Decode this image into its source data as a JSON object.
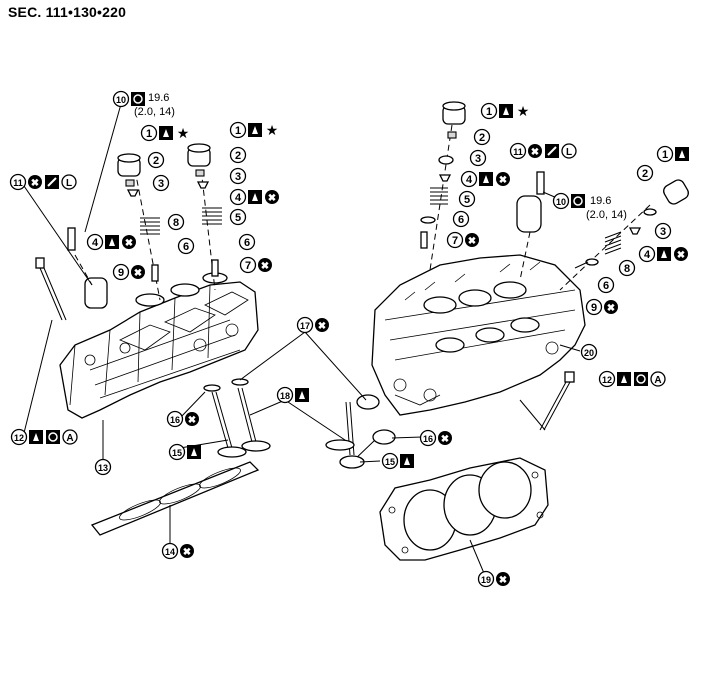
{
  "title": "SEC. 111•130•220",
  "torque": {
    "left": {
      "value": "19.6",
      "alt": "(2.0, 14)"
    },
    "right": {
      "value": "19.6",
      "alt": "(2.0, 14)"
    }
  },
  "symbols": {
    "star": "★",
    "reuse_not": "✖",
    "oil": "oil-icon",
    "torque_wrench": "wrench-icon",
    "letter_L": "L",
    "letter_A": "A"
  },
  "callouts": [
    {
      "id": "c1a",
      "n": "1",
      "tags": [
        "oil",
        "star"
      ]
    },
    {
      "id": "c1b",
      "n": "1",
      "tags": [
        "oil",
        "star"
      ]
    },
    {
      "id": "c1c",
      "n": "1",
      "tags": [
        "oil",
        "star"
      ]
    },
    {
      "id": "c1d",
      "n": "1",
      "tags": [
        "oil"
      ]
    },
    {
      "id": "c2a",
      "n": "2",
      "tags": []
    },
    {
      "id": "c2b",
      "n": "2",
      "tags": []
    },
    {
      "id": "c2c",
      "n": "2",
      "tags": []
    },
    {
      "id": "c2d",
      "n": "2",
      "tags": []
    },
    {
      "id": "c3a",
      "n": "3",
      "tags": []
    },
    {
      "id": "c3b",
      "n": "3",
      "tags": []
    },
    {
      "id": "c3c",
      "n": "3",
      "tags": []
    },
    {
      "id": "c3d",
      "n": "3",
      "tags": []
    },
    {
      "id": "c4a",
      "n": "4",
      "tags": [
        "oil",
        "x"
      ]
    },
    {
      "id": "c4b",
      "n": "4",
      "tags": [
        "oil",
        "x"
      ]
    },
    {
      "id": "c4c",
      "n": "4",
      "tags": [
        "oil",
        "x"
      ]
    },
    {
      "id": "c4d",
      "n": "4",
      "tags": [
        "oil",
        "x"
      ]
    },
    {
      "id": "c5a",
      "n": "5",
      "tags": []
    },
    {
      "id": "c5b",
      "n": "5",
      "tags": []
    },
    {
      "id": "c6a",
      "n": "6",
      "tags": []
    },
    {
      "id": "c6b",
      "n": "6",
      "tags": []
    },
    {
      "id": "c6c",
      "n": "6",
      "tags": []
    },
    {
      "id": "c6d",
      "n": "6",
      "tags": []
    },
    {
      "id": "c7a",
      "n": "7",
      "tags": [
        "x"
      ]
    },
    {
      "id": "c7b",
      "n": "7",
      "tags": [
        "x"
      ]
    },
    {
      "id": "c8a",
      "n": "8",
      "tags": []
    },
    {
      "id": "c8b",
      "n": "8",
      "tags": []
    },
    {
      "id": "c9a",
      "n": "9",
      "tags": [
        "x"
      ]
    },
    {
      "id": "c9b",
      "n": "9",
      "tags": [
        "x"
      ]
    },
    {
      "id": "c10a",
      "n": "10",
      "tags": [
        "wrench"
      ]
    },
    {
      "id": "c10b",
      "n": "10",
      "tags": [
        "wrench"
      ]
    },
    {
      "id": "c11a",
      "n": "11",
      "tags": [
        "x",
        "pencil",
        "L"
      ]
    },
    {
      "id": "c11b",
      "n": "11",
      "tags": [
        "x",
        "pencil",
        "L"
      ]
    },
    {
      "id": "c12a",
      "n": "12",
      "tags": [
        "oil",
        "wrench",
        "A"
      ]
    },
    {
      "id": "c12b",
      "n": "12",
      "tags": [
        "oil",
        "wrench",
        "A"
      ]
    },
    {
      "id": "c13",
      "n": "13",
      "tags": []
    },
    {
      "id": "c14",
      "n": "14",
      "tags": [
        "x"
      ]
    },
    {
      "id": "c15a",
      "n": "15",
      "tags": [
        "oil"
      ]
    },
    {
      "id": "c15b",
      "n": "15",
      "tags": [
        "oil"
      ]
    },
    {
      "id": "c16a",
      "n": "16",
      "tags": [
        "x"
      ]
    },
    {
      "id": "c16b",
      "n": "16",
      "tags": [
        "x"
      ]
    },
    {
      "id": "c17",
      "n": "17",
      "tags": [
        "x"
      ]
    },
    {
      "id": "c18",
      "n": "18",
      "tags": [
        "oil"
      ]
    },
    {
      "id": "c19",
      "n": "19",
      "tags": [
        "x"
      ]
    },
    {
      "id": "c20",
      "n": "20",
      "tags": []
    }
  ]
}
